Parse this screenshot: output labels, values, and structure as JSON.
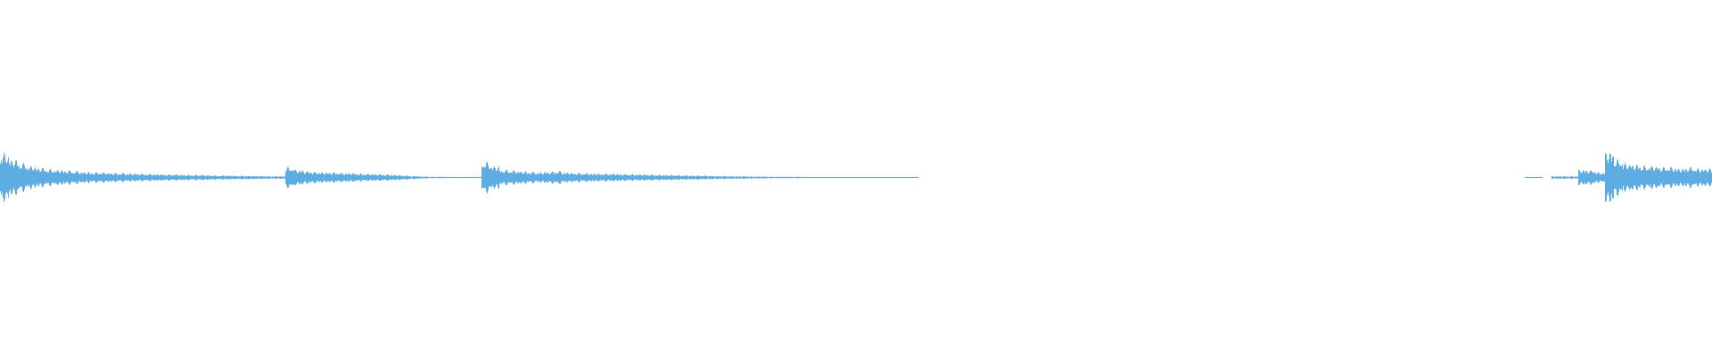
{
  "chart_data": {
    "type": "area",
    "title": "",
    "xlabel": "",
    "ylabel": "",
    "ylim": [
      -1,
      1
    ],
    "grid": false,
    "color": "#5dade2",
    "background": "#ffffff",
    "amplitude_envelope": [
      0.93,
      0.7,
      0.55,
      0.45,
      0.38,
      0.33,
      0.3,
      0.28,
      0.25,
      0.22,
      0.2,
      0.2,
      0.18,
      0.17,
      0.16,
      0.15,
      0.14,
      0.13,
      0.12,
      0.12,
      0.11,
      0.1,
      0.1,
      0.09,
      0.08,
      0.08,
      0.07,
      0.07,
      0.06,
      0.06,
      0.05,
      0.05,
      0.4,
      0.3,
      0.25,
      0.22,
      0.2,
      0.2,
      0.18,
      0.17,
      0.15,
      0.14,
      0.13,
      0.12,
      0.1,
      0.08,
      0.06,
      0.04,
      0.03,
      0.03,
      0.02,
      0.02,
      0.02,
      0.02,
      0.6,
      0.45,
      0.3,
      0.28,
      0.25,
      0.22,
      0.2,
      0.22,
      0.25,
      0.2,
      0.18,
      0.17,
      0.16,
      0.15,
      0.15,
      0.14,
      0.13,
      0.12,
      0.12,
      0.11,
      0.1,
      0.1,
      0.09,
      0.08,
      0.08,
      0.07,
      0.06,
      0.06,
      0.05,
      0.05,
      0.04,
      0.04,
      0.03,
      0.03,
      0.03,
      0.03,
      0.02,
      0.02,
      0.02,
      0.02,
      0.02,
      0.02,
      0.02,
      0.02,
      0.02,
      0.02,
      0.02,
      0.02,
      0.02,
      0,
      0,
      0,
      0,
      0,
      0,
      0,
      0,
      0,
      0,
      0,
      0,
      0,
      0,
      0,
      0,
      0,
      0,
      0,
      0,
      0,
      0,
      0,
      0,
      0,
      0,
      0,
      0,
      0,
      0,
      0,
      0,
      0,
      0,
      0,
      0,
      0,
      0,
      0,
      0,
      0,
      0,
      0,
      0,
      0,
      0,
      0,
      0,
      0,
      0,
      0,
      0,
      0,
      0,
      0,
      0,
      0,
      0,
      0,
      0,
      0,
      0,
      0,
      0,
      0,
      0,
      0,
      0,
      0.02,
      0.02,
      0,
      0.05,
      0.05,
      0.05,
      0.3,
      0.28,
      0.2,
      1.0,
      0.7,
      0.55,
      0.5,
      0.45,
      0.45,
      0.4,
      0.4,
      0.35,
      0.4,
      0.35,
      0.35
    ]
  }
}
